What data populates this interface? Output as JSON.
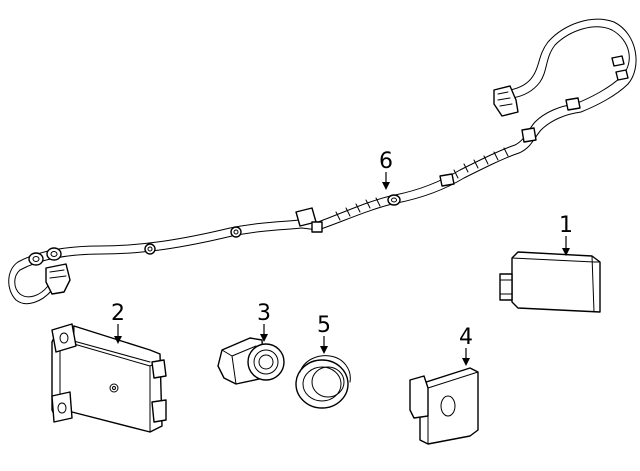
{
  "callouts": [
    {
      "id": "1",
      "label": "1"
    },
    {
      "id": "2",
      "label": "2"
    },
    {
      "id": "3",
      "label": "3"
    },
    {
      "id": "4",
      "label": "4"
    },
    {
      "id": "5",
      "label": "5"
    },
    {
      "id": "6",
      "label": "6"
    }
  ],
  "colors": {
    "line": "#000000",
    "fill": "#ffffff"
  }
}
